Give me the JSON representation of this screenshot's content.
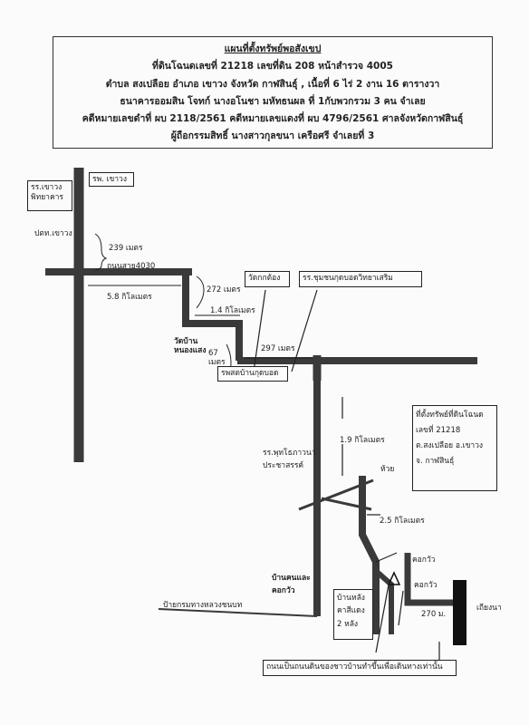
{
  "header": {
    "title": "แผนที่ตั้งทรัพย์พอสังเขป",
    "line2": "ที่ดินโฉนดเลขที่ 21218  เลขที่ดิน  208  หน้าสำรวจ   4005",
    "line3": "ตำบล  สงเปลือย       อำเภอ    เขาวง        จังหวัด  กาฬสินธุ์  ,  เนื้อที่   6 ไร่ 2  งาน  16  ตารางวา",
    "line4": "ธนาคารออมสิน  โจทก์ นางอโนชา  มหัทธนผล ที่ 1กับพวกรวม 3 คน จำเลย",
    "line5": "คดีหมายเลขดำที่ ผบ 2118/2561   คดีหมายเลขแดงที่ ผบ 4796/2561 ศาลจังหวัดกาฬสินธุ์",
    "line6": "ผู้ถือกรรมสิทธิ์  นางสาวกุลขนา  เครือศรี จำเลยที่  3"
  },
  "map": {
    "labels": {
      "school_khaowong": "รร.เขาวง\nพิทยาคาร",
      "hospital_khaowong": "รพ. เขาวง",
      "pt_khaowong": "ปตท.เขาวง",
      "dist_239": "239 เมตร",
      "road_4030": "ถนนสาย4030",
      "dist_5_8": "5.8 กิโลเมตร",
      "dist_272": "272 เมตร",
      "wat_kokkong": "วัดกกต้อง",
      "school_chumchon": "รร.ชุมชนกุดบอดวิทยาเสริม",
      "dist_1_4": "1.4 กิโลเมตร",
      "wat_nongsaeng": "วัดบ้าน\nหนองแสง",
      "dist_67": "67\nเมตร",
      "dist_297": "297 เมตร",
      "health_kudbot": "รพสตบ้านกุดบอด",
      "dist_1_9": "1.9 กิโลเมตร",
      "school_phuttho": "รร.พุทโธภาวนา\nประชาสรรค์",
      "creek": "ห้วย",
      "dist_2_5": "2.5 กิโลเมตร",
      "khok_wua_1": "คอกวัว",
      "khok_wua_2": "คอกวัว",
      "baan_khon": "บ้านคนและ\nคอกวัว",
      "sign_road": "ป้ายกรมทางหลวงชนบท",
      "house_info": "บ้านหลัง\nคาสีแดง\n2 หลัง",
      "dist_270": "270 ม.",
      "rice_field": "เถียงนา",
      "dirt_road": "ถนนเป็นถนนดินของชาวบ้านทำขึ้นเพื่อเดินทางเท่านั้น"
    },
    "property_box": {
      "title": "ที่ตั้งทรัพย์ที่ดินโฉนด",
      "deed": "เลขที่ 21218",
      "subdistrict": "ต.สงเปลือย อ.เขาวง",
      "province": "จ. กาฬสินธุ์"
    }
  }
}
